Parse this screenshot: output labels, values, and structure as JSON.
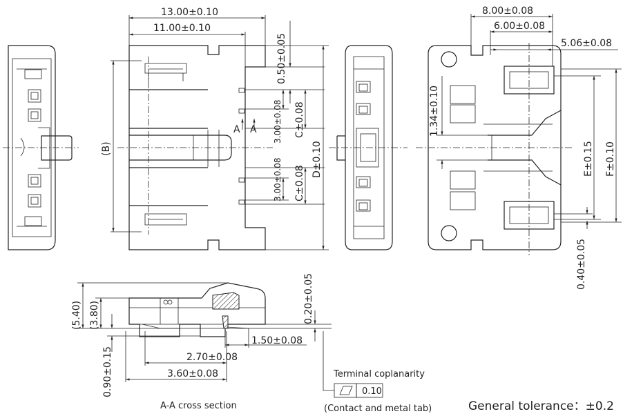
{
  "dimensions": {
    "top_width_outer": "13.00±0.10",
    "top_width_inner": "11.00±0.10",
    "b_label": "(B)",
    "top_gap": "0.50±0.05",
    "contact_pitch_upper": "3.00±0.08",
    "c_upper": "C±0.08",
    "contact_pitch_lower": "3.00±0.08",
    "c_lower": "C±0.08",
    "d_label": "D±0.10",
    "section_marker": "A",
    "section_marker_2": "A",
    "side_offset": "1.34±0.10",
    "bottom_width_outer": "8.00±0.08",
    "bottom_width_mid": "6.00±0.08",
    "bottom_width_inner": "5.06±0.08",
    "e_label": "E±0.15",
    "f_label": "F±0.10",
    "bottom_gap": "0.40±0.05",
    "height_total": "(5.40)",
    "height_body": "(3.80)",
    "lift": "0.20±0.05",
    "tab_length": "1.50±0.08",
    "section_w1": "2.70±0.08",
    "section_w2": "3.60±0.08",
    "base_height": "0.90±0.15"
  },
  "coplanarity": {
    "title": "Terminal coplanarity",
    "value": "0.10",
    "note": "(Contact and metal tab)"
  },
  "captions": {
    "section": "A-A cross section",
    "general_tolerance": "General tolerance：±0.2"
  }
}
